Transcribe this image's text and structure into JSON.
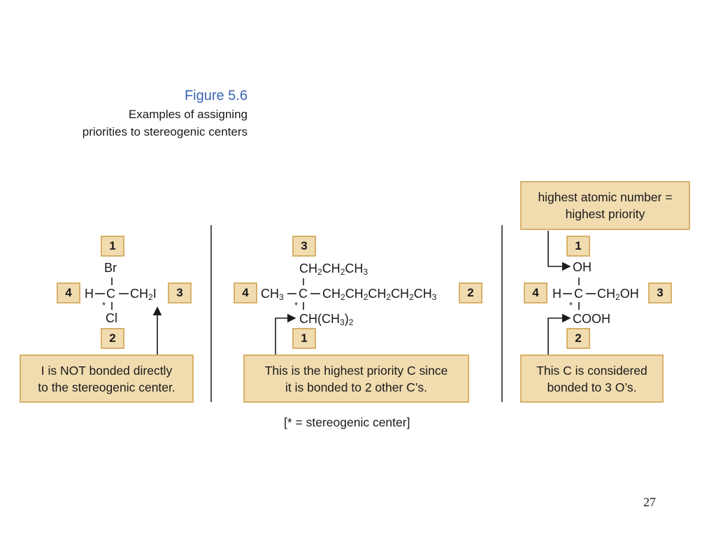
{
  "figure": {
    "title": "Figure 5.6",
    "subtitle_line1": "Examples of assigning",
    "subtitle_line2": "priorities to stereogenic centers"
  },
  "panel1": {
    "top_atom": "Br",
    "bottom_atom": "Cl",
    "left_group": "H",
    "center": "C",
    "right_group_base": "CH",
    "right_group_sub": "2",
    "right_group_tail": "I",
    "star": "*",
    "priorities": {
      "top": "1",
      "left": "4",
      "right": "3",
      "bottom": "2"
    },
    "note_line1": "I is NOT bonded directly",
    "note_line2": "to the stereogenic center."
  },
  "panel2": {
    "top_group": [
      "CH",
      "2",
      "CH",
      "2",
      "CH",
      "3"
    ],
    "left_group": [
      "CH",
      "3"
    ],
    "center": "C",
    "right_group": [
      "CH",
      "2",
      "CH",
      "2",
      "CH",
      "2",
      "CH",
      "2",
      "CH",
      "3"
    ],
    "bottom_group": [
      "CH(CH",
      "3",
      ")",
      "2"
    ],
    "star": "*",
    "priorities": {
      "top": "3",
      "left": "4",
      "right": "2",
      "bottom": "1"
    },
    "note_line1": "This is the highest priority C since",
    "note_line2": "it is bonded to 2 other C’s."
  },
  "panel3": {
    "header_line1": "highest atomic number =",
    "header_line2": "highest priority",
    "top_group": "OH",
    "left_group": "H",
    "center": "C",
    "right_group": [
      "CH",
      "2",
      "OH"
    ],
    "bottom_group": "COOH",
    "star": "*",
    "priorities": {
      "top": "1",
      "left": "4",
      "right": "3",
      "bottom": "2"
    },
    "note_line1": "This C is considered",
    "note_line2": "bonded to 3 O’s."
  },
  "footnote": "[* = stereogenic center]",
  "page_number": "27",
  "colors": {
    "box_fill": "#f1dcb0",
    "box_border": "#d8b06a",
    "title_blue": "#3a66b4"
  }
}
